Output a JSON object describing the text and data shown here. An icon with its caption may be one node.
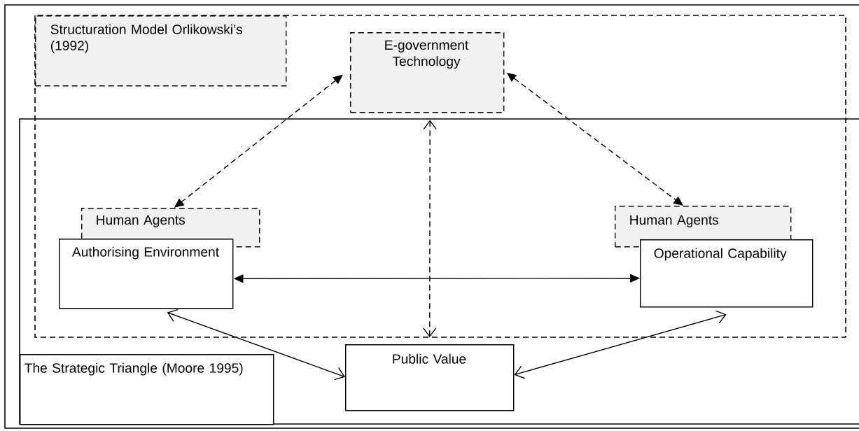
{
  "diagram": {
    "nodes": [
      {
        "text": [
          "Structuration Model Orlikowski’s (1992)"
        ]
      },
      {
        "text": [
          "E-government Technology"
        ]
      },
      {
        "text": [
          "Human Agents"
        ]
      },
      {
        "text": [
          "Human Agents"
        ]
      },
      {
        "text": [
          "Authorising Environment"
        ]
      },
      {
        "text": [
          "Operational Capability"
        ]
      },
      {
        "text": [
          "Public Value"
        ]
      },
      {
        "text": [
          "The Strategic Triangle (Moore 1995)"
        ]
      }
    ],
    "edges": [
      {
        "from": 1,
        "to": 2,
        "arrow": "both",
        "style": "dashed"
      },
      {
        "from": 1,
        "to": 3,
        "arrow": "both",
        "style": "dashed"
      },
      {
        "from": 4,
        "to": 5,
        "arrow": "both"
      },
      {
        "from": 1,
        "to": 6,
        "arrow": "both",
        "style": "dashed"
      },
      {
        "from": 4,
        "to": 6,
        "arrow": "both"
      },
      {
        "from": 6,
        "to": 5,
        "arrow": "both"
      }
    ]
  }
}
